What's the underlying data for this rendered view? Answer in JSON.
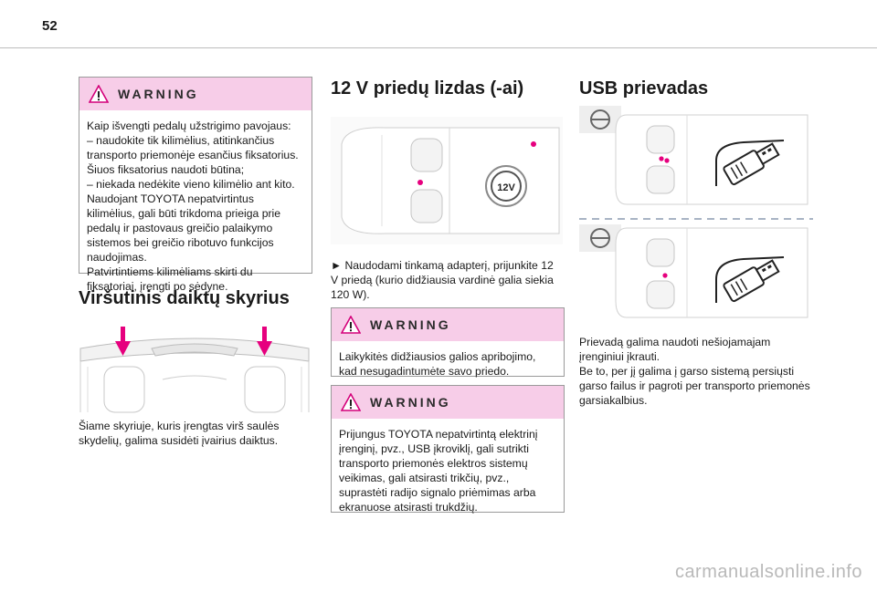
{
  "page_number": "52",
  "warnings": {
    "floor_mats": {
      "title": "WARNING",
      "text": "Kaip išvengti pedalų užstrigimo pavojaus:\n–  naudokite tik kilimėlius, atitinkančius transporto priemonėje esančius fiksatorius. Šiuos fiksatorius naudoti būtina;\n–  niekada nedėkite vieno kilimėlio ant kito.\nNaudojant TOYOTA nepatvirtintus kilimėlius, gali būti trikdoma prieiga prie pedalų ir pastovaus greičio palaikymo sistemos bei greičio ribotuvo funkcijos naudojimas.\nPatvirtintiems kilimėliams skirti du fiksatoriai, įrengti po sėdyne."
    },
    "power_limit": {
      "title": "WARNING",
      "text": "Laikykitės didžiausios galios apribojimo, kad nesugadintumėte savo priedo."
    },
    "non_approved": {
      "title": "WARNING",
      "text": "Prijungus TOYOTA nepatvirtintą elektrinį įrenginį, pvz., USB įkroviklį, gali sutrikti transporto priemonės elektros sistemų veikimas, gali atsirasti trikčių, pvz., suprastėti radijo signalo priėmimas arba ekranuose atsirasti trukdžių."
    }
  },
  "storage": {
    "title": "Viršutinis daiktų skyrius",
    "text": "Šiame skyriuje, kuris įrengtas virš saulės skydelių, galima susidėti įvairius daiktus."
  },
  "socket": {
    "title": "12 V priedų lizdas (-ai)",
    "badge": "12V",
    "text": "►  Naudodami tinkamą adapterį, prijunkite 12 V priedą (kurio didžiausia vardinė galia siekia 120 W)."
  },
  "usb": {
    "title": "USB prievadas",
    "text": "Prievadą galima naudoti nešiojamajam įrenginiui įkrauti.\nBe to, per jį galima į garso sistemą persiųsti garso failus ir pagroti per transporto priemonės garsiakalbius."
  },
  "watermark": "carmanualsonline.info",
  "colors": {
    "warning_header": "#f7cde8",
    "accent_pink": "#e6007e"
  }
}
